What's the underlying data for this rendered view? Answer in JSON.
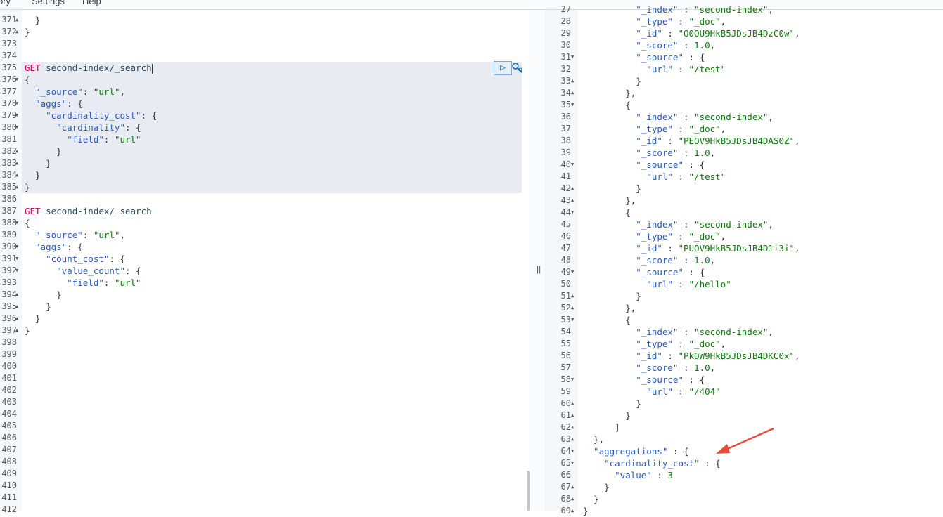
{
  "menubar": {
    "items": [
      "ory",
      "Settings",
      "Help"
    ]
  },
  "left_editor": {
    "lines": [
      {
        "n": "371",
        "fold": "▲",
        "segments": [
          {
            "t": "  }",
            "c": "k-punc"
          }
        ]
      },
      {
        "n": "372",
        "fold": "▲",
        "segments": [
          {
            "t": "}",
            "c": "k-punc"
          }
        ]
      },
      {
        "n": "373",
        "fold": "",
        "segments": []
      },
      {
        "n": "374",
        "fold": "",
        "segments": []
      },
      {
        "n": "375",
        "fold": "",
        "segments": [
          {
            "t": "GET",
            "c": "k-method"
          },
          {
            "t": " second-index/_search",
            "c": "k-url"
          }
        ]
      },
      {
        "n": "376",
        "fold": "▼",
        "segments": [
          {
            "t": "{",
            "c": "k-punc"
          }
        ]
      },
      {
        "n": "377",
        "fold": "",
        "segments": [
          {
            "t": "  \"_source\"",
            "c": "k-key"
          },
          {
            "t": ": ",
            "c": "k-punc"
          },
          {
            "t": "\"url\"",
            "c": "k-str"
          },
          {
            "t": ",",
            "c": "k-punc"
          }
        ]
      },
      {
        "n": "378",
        "fold": "▼",
        "segments": [
          {
            "t": "  \"aggs\"",
            "c": "k-key"
          },
          {
            "t": ": {",
            "c": "k-punc"
          }
        ]
      },
      {
        "n": "379",
        "fold": "▼",
        "segments": [
          {
            "t": "    \"cardinality_cost\"",
            "c": "k-key"
          },
          {
            "t": ": {",
            "c": "k-punc"
          }
        ]
      },
      {
        "n": "380",
        "fold": "▼",
        "segments": [
          {
            "t": "      \"cardinality\"",
            "c": "k-key"
          },
          {
            "t": ": {",
            "c": "k-punc"
          }
        ]
      },
      {
        "n": "381",
        "fold": "",
        "segments": [
          {
            "t": "        \"field\"",
            "c": "k-key"
          },
          {
            "t": ": ",
            "c": "k-punc"
          },
          {
            "t": "\"url\"",
            "c": "k-str"
          }
        ]
      },
      {
        "n": "382",
        "fold": "▲",
        "segments": [
          {
            "t": "      }",
            "c": "k-punc"
          }
        ]
      },
      {
        "n": "383",
        "fold": "▲",
        "segments": [
          {
            "t": "    }",
            "c": "k-punc"
          }
        ]
      },
      {
        "n": "384",
        "fold": "▲",
        "segments": [
          {
            "t": "  }",
            "c": "k-punc"
          }
        ]
      },
      {
        "n": "385",
        "fold": "▲",
        "segments": [
          {
            "t": "}",
            "c": "k-punc"
          }
        ]
      },
      {
        "n": "386",
        "fold": "",
        "segments": []
      },
      {
        "n": "387",
        "fold": "",
        "segments": [
          {
            "t": "GET",
            "c": "k-method"
          },
          {
            "t": " second-index/_search",
            "c": "k-url"
          }
        ]
      },
      {
        "n": "388",
        "fold": "▼",
        "segments": [
          {
            "t": "{",
            "c": "k-punc"
          }
        ]
      },
      {
        "n": "389",
        "fold": "",
        "segments": [
          {
            "t": "  \"_source\"",
            "c": "k-key"
          },
          {
            "t": ": ",
            "c": "k-punc"
          },
          {
            "t": "\"url\"",
            "c": "k-str"
          },
          {
            "t": ",",
            "c": "k-punc"
          }
        ]
      },
      {
        "n": "390",
        "fold": "▼",
        "segments": [
          {
            "t": "  \"aggs\"",
            "c": "k-key"
          },
          {
            "t": ": {",
            "c": "k-punc"
          }
        ]
      },
      {
        "n": "391",
        "fold": "▼",
        "segments": [
          {
            "t": "    \"count_cost\"",
            "c": "k-key"
          },
          {
            "t": ": {",
            "c": "k-punc"
          }
        ]
      },
      {
        "n": "392",
        "fold": "▼",
        "segments": [
          {
            "t": "      \"value_count\"",
            "c": "k-key"
          },
          {
            "t": ": {",
            "c": "k-punc"
          }
        ]
      },
      {
        "n": "393",
        "fold": "",
        "segments": [
          {
            "t": "        \"field\"",
            "c": "k-key"
          },
          {
            "t": ": ",
            "c": "k-punc"
          },
          {
            "t": "\"url\"",
            "c": "k-str"
          }
        ]
      },
      {
        "n": "394",
        "fold": "▲",
        "segments": [
          {
            "t": "      }",
            "c": "k-punc"
          }
        ]
      },
      {
        "n": "395",
        "fold": "▲",
        "segments": [
          {
            "t": "    }",
            "c": "k-punc"
          }
        ]
      },
      {
        "n": "396",
        "fold": "▲",
        "segments": [
          {
            "t": "  }",
            "c": "k-punc"
          }
        ]
      },
      {
        "n": "397",
        "fold": "▲",
        "segments": [
          {
            "t": "}",
            "c": "k-punc"
          }
        ]
      },
      {
        "n": "398",
        "fold": "",
        "segments": []
      },
      {
        "n": "399",
        "fold": "",
        "segments": []
      },
      {
        "n": "400",
        "fold": "",
        "segments": []
      },
      {
        "n": "401",
        "fold": "",
        "segments": []
      },
      {
        "n": "402",
        "fold": "",
        "segments": []
      },
      {
        "n": "403",
        "fold": "",
        "segments": []
      },
      {
        "n": "404",
        "fold": "",
        "segments": []
      },
      {
        "n": "405",
        "fold": "",
        "segments": []
      },
      {
        "n": "406",
        "fold": "",
        "segments": []
      },
      {
        "n": "407",
        "fold": "",
        "segments": []
      },
      {
        "n": "408",
        "fold": "",
        "segments": []
      },
      {
        "n": "409",
        "fold": "",
        "segments": []
      },
      {
        "n": "410",
        "fold": "",
        "segments": []
      },
      {
        "n": "411",
        "fold": "",
        "segments": []
      },
      {
        "n": "412",
        "fold": "",
        "segments": []
      }
    ]
  },
  "right_output": {
    "lines": [
      {
        "n": "27",
        "fold": "",
        "segments": [
          {
            "t": "          \"_index\"",
            "c": "k-key"
          },
          {
            "t": " : ",
            "c": "k-punc"
          },
          {
            "t": "\"second-index\"",
            "c": "k-str"
          },
          {
            "t": ",",
            "c": "k-punc"
          }
        ]
      },
      {
        "n": "28",
        "fold": "",
        "segments": [
          {
            "t": "          \"_type\"",
            "c": "k-key"
          },
          {
            "t": " : ",
            "c": "k-punc"
          },
          {
            "t": "\"_doc\"",
            "c": "k-str"
          },
          {
            "t": ",",
            "c": "k-punc"
          }
        ]
      },
      {
        "n": "29",
        "fold": "",
        "segments": [
          {
            "t": "          \"_id\"",
            "c": "k-key"
          },
          {
            "t": " : ",
            "c": "k-punc"
          },
          {
            "t": "\"O0OU9HkB5JDsJB4DzC0w\"",
            "c": "k-str"
          },
          {
            "t": ",",
            "c": "k-punc"
          }
        ]
      },
      {
        "n": "30",
        "fold": "",
        "segments": [
          {
            "t": "          \"_score\"",
            "c": "k-key"
          },
          {
            "t": " : ",
            "c": "k-punc"
          },
          {
            "t": "1.0",
            "c": "k-num"
          },
          {
            "t": ",",
            "c": "k-punc"
          }
        ]
      },
      {
        "n": "31",
        "fold": "▼",
        "segments": [
          {
            "t": "          \"_source\"",
            "c": "k-key"
          },
          {
            "t": " : {",
            "c": "k-punc"
          }
        ]
      },
      {
        "n": "32",
        "fold": "",
        "segments": [
          {
            "t": "            \"url\"",
            "c": "k-key"
          },
          {
            "t": " : ",
            "c": "k-punc"
          },
          {
            "t": "\"/test\"",
            "c": "k-str"
          }
        ]
      },
      {
        "n": "33",
        "fold": "▲",
        "segments": [
          {
            "t": "          }",
            "c": "k-punc"
          }
        ]
      },
      {
        "n": "34",
        "fold": "▲",
        "segments": [
          {
            "t": "        },",
            "c": "k-punc"
          }
        ]
      },
      {
        "n": "35",
        "fold": "▼",
        "segments": [
          {
            "t": "        {",
            "c": "k-punc"
          }
        ]
      },
      {
        "n": "36",
        "fold": "",
        "segments": [
          {
            "t": "          \"_index\"",
            "c": "k-key"
          },
          {
            "t": " : ",
            "c": "k-punc"
          },
          {
            "t": "\"second-index\"",
            "c": "k-str"
          },
          {
            "t": ",",
            "c": "k-punc"
          }
        ]
      },
      {
        "n": "37",
        "fold": "",
        "segments": [
          {
            "t": "          \"_type\"",
            "c": "k-key"
          },
          {
            "t": " : ",
            "c": "k-punc"
          },
          {
            "t": "\"_doc\"",
            "c": "k-str"
          },
          {
            "t": ",",
            "c": "k-punc"
          }
        ]
      },
      {
        "n": "38",
        "fold": "",
        "segments": [
          {
            "t": "          \"_id\"",
            "c": "k-key"
          },
          {
            "t": " : ",
            "c": "k-punc"
          },
          {
            "t": "\"PEOV9HkB5JDsJB4DAS0Z\"",
            "c": "k-str"
          },
          {
            "t": ",",
            "c": "k-punc"
          }
        ]
      },
      {
        "n": "39",
        "fold": "",
        "segments": [
          {
            "t": "          \"_score\"",
            "c": "k-key"
          },
          {
            "t": " : ",
            "c": "k-punc"
          },
          {
            "t": "1.0",
            "c": "k-num"
          },
          {
            "t": ",",
            "c": "k-punc"
          }
        ]
      },
      {
        "n": "40",
        "fold": "▼",
        "segments": [
          {
            "t": "          \"_source\"",
            "c": "k-key"
          },
          {
            "t": " : {",
            "c": "k-punc"
          }
        ]
      },
      {
        "n": "41",
        "fold": "",
        "segments": [
          {
            "t": "            \"url\"",
            "c": "k-key"
          },
          {
            "t": " : ",
            "c": "k-punc"
          },
          {
            "t": "\"/test\"",
            "c": "k-str"
          }
        ]
      },
      {
        "n": "42",
        "fold": "▲",
        "segments": [
          {
            "t": "          }",
            "c": "k-punc"
          }
        ]
      },
      {
        "n": "43",
        "fold": "▲",
        "segments": [
          {
            "t": "        },",
            "c": "k-punc"
          }
        ]
      },
      {
        "n": "44",
        "fold": "▼",
        "segments": [
          {
            "t": "        {",
            "c": "k-punc"
          }
        ]
      },
      {
        "n": "45",
        "fold": "",
        "segments": [
          {
            "t": "          \"_index\"",
            "c": "k-key"
          },
          {
            "t": " : ",
            "c": "k-punc"
          },
          {
            "t": "\"second-index\"",
            "c": "k-str"
          },
          {
            "t": ",",
            "c": "k-punc"
          }
        ]
      },
      {
        "n": "46",
        "fold": "",
        "segments": [
          {
            "t": "          \"_type\"",
            "c": "k-key"
          },
          {
            "t": " : ",
            "c": "k-punc"
          },
          {
            "t": "\"_doc\"",
            "c": "k-str"
          },
          {
            "t": ",",
            "c": "k-punc"
          }
        ]
      },
      {
        "n": "47",
        "fold": "",
        "segments": [
          {
            "t": "          \"_id\"",
            "c": "k-key"
          },
          {
            "t": " : ",
            "c": "k-punc"
          },
          {
            "t": "\"PUOV9HkB5JDsJB4D1i3i\"",
            "c": "k-str"
          },
          {
            "t": ",",
            "c": "k-punc"
          }
        ]
      },
      {
        "n": "48",
        "fold": "",
        "segments": [
          {
            "t": "          \"_score\"",
            "c": "k-key"
          },
          {
            "t": " : ",
            "c": "k-punc"
          },
          {
            "t": "1.0",
            "c": "k-num"
          },
          {
            "t": ",",
            "c": "k-punc"
          }
        ]
      },
      {
        "n": "49",
        "fold": "▼",
        "segments": [
          {
            "t": "          \"_source\"",
            "c": "k-key"
          },
          {
            "t": " : {",
            "c": "k-punc"
          }
        ]
      },
      {
        "n": "50",
        "fold": "",
        "segments": [
          {
            "t": "            \"url\"",
            "c": "k-key"
          },
          {
            "t": " : ",
            "c": "k-punc"
          },
          {
            "t": "\"/hello\"",
            "c": "k-str"
          }
        ]
      },
      {
        "n": "51",
        "fold": "▲",
        "segments": [
          {
            "t": "          }",
            "c": "k-punc"
          }
        ]
      },
      {
        "n": "52",
        "fold": "▲",
        "segments": [
          {
            "t": "        },",
            "c": "k-punc"
          }
        ]
      },
      {
        "n": "53",
        "fold": "▼",
        "segments": [
          {
            "t": "        {",
            "c": "k-punc"
          }
        ]
      },
      {
        "n": "54",
        "fold": "",
        "segments": [
          {
            "t": "          \"_index\"",
            "c": "k-key"
          },
          {
            "t": " : ",
            "c": "k-punc"
          },
          {
            "t": "\"second-index\"",
            "c": "k-str"
          },
          {
            "t": ",",
            "c": "k-punc"
          }
        ]
      },
      {
        "n": "55",
        "fold": "",
        "segments": [
          {
            "t": "          \"_type\"",
            "c": "k-key"
          },
          {
            "t": " : ",
            "c": "k-punc"
          },
          {
            "t": "\"_doc\"",
            "c": "k-str"
          },
          {
            "t": ",",
            "c": "k-punc"
          }
        ]
      },
      {
        "n": "56",
        "fold": "",
        "segments": [
          {
            "t": "          \"_id\"",
            "c": "k-key"
          },
          {
            "t": " : ",
            "c": "k-punc"
          },
          {
            "t": "\"PkOW9HkB5JDsJB4DKC0x\"",
            "c": "k-str"
          },
          {
            "t": ",",
            "c": "k-punc"
          }
        ]
      },
      {
        "n": "57",
        "fold": "",
        "segments": [
          {
            "t": "          \"_score\"",
            "c": "k-key"
          },
          {
            "t": " : ",
            "c": "k-punc"
          },
          {
            "t": "1.0",
            "c": "k-num"
          },
          {
            "t": ",",
            "c": "k-punc"
          }
        ]
      },
      {
        "n": "58",
        "fold": "▼",
        "segments": [
          {
            "t": "          \"_source\"",
            "c": "k-key"
          },
          {
            "t": " : {",
            "c": "k-punc"
          }
        ]
      },
      {
        "n": "59",
        "fold": "",
        "segments": [
          {
            "t": "            \"url\"",
            "c": "k-key"
          },
          {
            "t": " : ",
            "c": "k-punc"
          },
          {
            "t": "\"/404\"",
            "c": "k-str"
          }
        ]
      },
      {
        "n": "60",
        "fold": "▲",
        "segments": [
          {
            "t": "          }",
            "c": "k-punc"
          }
        ]
      },
      {
        "n": "61",
        "fold": "▲",
        "segments": [
          {
            "t": "        }",
            "c": "k-punc"
          }
        ]
      },
      {
        "n": "62",
        "fold": "▲",
        "segments": [
          {
            "t": "      ]",
            "c": "k-punc"
          }
        ]
      },
      {
        "n": "63",
        "fold": "▲",
        "segments": [
          {
            "t": "  },",
            "c": "k-punc"
          }
        ]
      },
      {
        "n": "64",
        "fold": "▼",
        "segments": [
          {
            "t": "  \"aggregations\"",
            "c": "k-key"
          },
          {
            "t": " : {",
            "c": "k-punc"
          }
        ]
      },
      {
        "n": "65",
        "fold": "▼",
        "segments": [
          {
            "t": "    \"cardinality_cost\"",
            "c": "k-key"
          },
          {
            "t": " : {",
            "c": "k-punc"
          }
        ]
      },
      {
        "n": "66",
        "fold": "",
        "segments": [
          {
            "t": "      \"value\"",
            "c": "k-key"
          },
          {
            "t": " : ",
            "c": "k-punc"
          },
          {
            "t": "3",
            "c": "k-num"
          }
        ]
      },
      {
        "n": "67",
        "fold": "▲",
        "segments": [
          {
            "t": "    }",
            "c": "k-punc"
          }
        ]
      },
      {
        "n": "68",
        "fold": "▲",
        "segments": [
          {
            "t": "  }",
            "c": "k-punc"
          }
        ]
      },
      {
        "n": "69",
        "fold": "▲",
        "segments": [
          {
            "t": "}",
            "c": "k-punc"
          }
        ]
      }
    ]
  },
  "toolbar": {
    "run_icon": "play-icon",
    "settings_icon": "wrench-icon"
  },
  "colors": {
    "method": "#c80a68",
    "key": "#2b5cb5",
    "string": "#0e7a0d",
    "arrow": "#e74c3c",
    "selection": "#e8ebf2"
  }
}
